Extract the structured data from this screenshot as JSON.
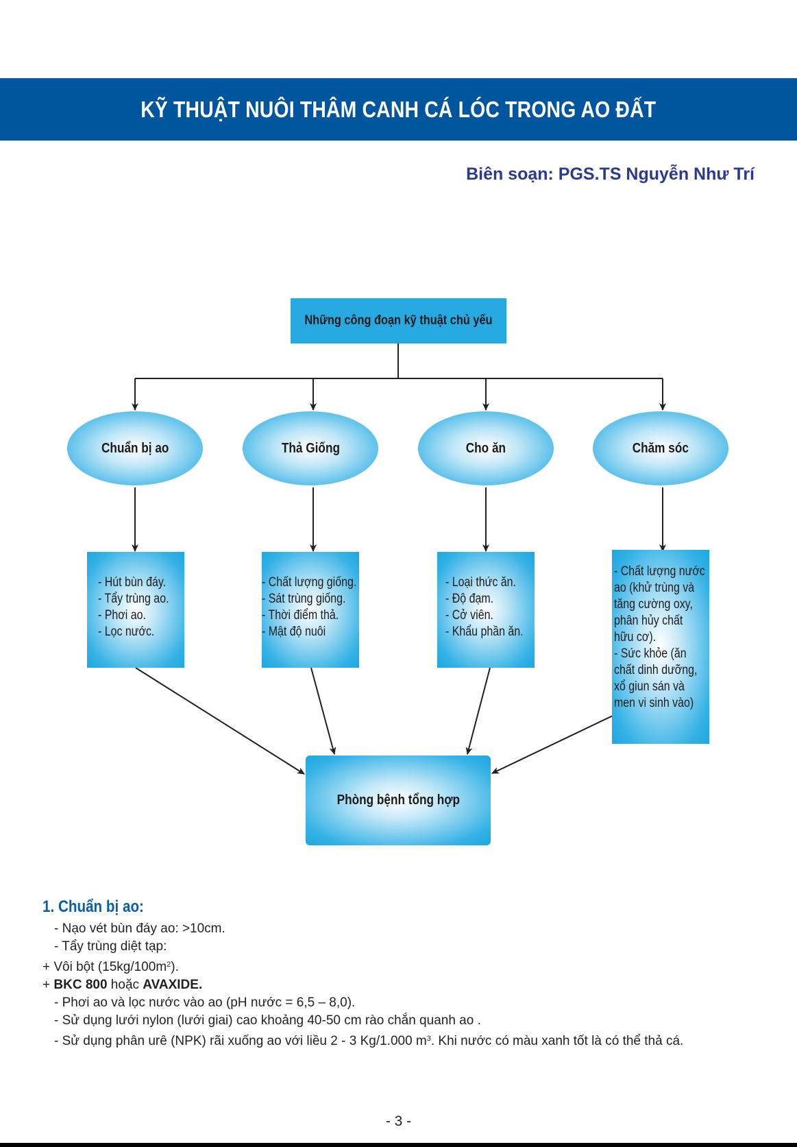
{
  "header": {
    "title": "KỸ THUẬT NUÔI THÂM CANH CÁ LÓC TRONG AO ĐẤT",
    "author": "Biên soạn: PGS.TS Nguyễn Như Trí"
  },
  "diagram": {
    "top": "Những công đoạn kỹ thuật chủ yếu",
    "stages": [
      {
        "label": "Chuẩn bị ao",
        "items": [
          "- Hút bùn đáy.",
          "- Tẩy trùng ao.",
          "- Phơi ao.",
          "- Lọc nước."
        ]
      },
      {
        "label": "Thả Giống",
        "items": [
          "- Chất lượng giống.",
          "- Sát trùng giống.",
          "- Thời điểm thả.",
          "- Mật độ nuôi"
        ]
      },
      {
        "label": "Cho ăn",
        "items": [
          "- Loại thức ăn.",
          "- Độ đạm.",
          "- Cở viên.",
          "- Khẩu phần ăn."
        ]
      },
      {
        "label": "Chăm sóc",
        "items": [
          "- Chất lượng nước",
          "ao (khử trùng và",
          "tăng cường oxy,",
          "phân hủy chất",
          "hữu cơ).",
          "- Sức khỏe (ăn",
          "chất dinh dưỡng,",
          "xổ giun sán và",
          "men vi sinh vào)"
        ]
      }
    ],
    "bottom": "Phòng bệnh tổng hợp"
  },
  "section1": {
    "heading": "1. Chuẩn bị ao:",
    "line1": "- Nạo vét bùn đáy ao: >10cm.",
    "line2": "- Tẩy trùng diệt tạp:",
    "line3_a": "+ Vôi bột (15kg/100m",
    "line3_sup": "2",
    "line3_b": ").",
    "line4_a": "+ ",
    "line4_b": "BKC 800",
    "line4_c": " hoặc ",
    "line4_d": "AVAXIDE.",
    "line5": "- Phơi ao và lọc nước vào ao (pH nước = 6,5 – 8,0).",
    "line6": "- Sử dụng lưới nylon (lưới giai) cao khoảng 40-50 cm rào chắn quanh ao .",
    "line7_a": "- Sử dụng phân urê (NPK) rãi xuống ao với liều 2 - 3 Kg/1.000 m",
    "line7_sup": "3",
    "line7_b": ". Khi nước có màu xanh tốt là  có thể thả cá."
  },
  "footer": {
    "page": "- 3 -"
  },
  "colors": {
    "banner": "#00559f",
    "author": "#2b3990",
    "heading": "#0a5ea8",
    "node": "#27a9e1"
  }
}
